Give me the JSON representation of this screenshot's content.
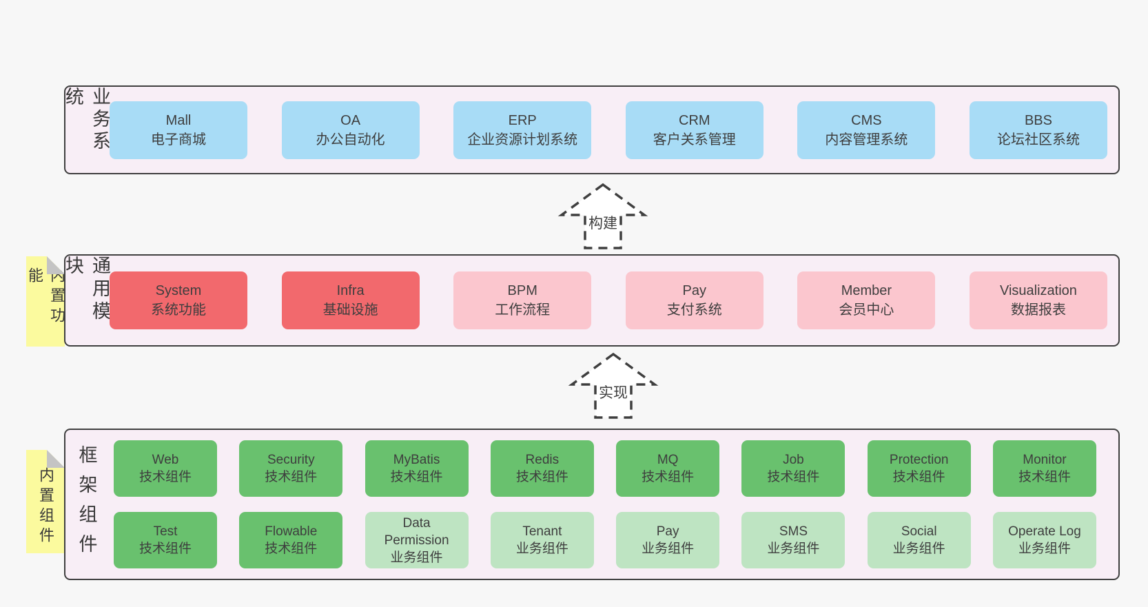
{
  "palette": {
    "page_bg": "#f7f7f7",
    "container_bg": "#f8eef6",
    "border": "#3f3f3f",
    "text": "#3e3e3e",
    "blue": "#a8dcf6",
    "red": "#f2696d",
    "pink": "#fbc6ce",
    "green": "#69c16e",
    "green_light": "#bee4c2",
    "sticky_bg": "#fbfa9e",
    "fold": "#c4c4c4"
  },
  "arrows": {
    "build": {
      "label": "构建"
    },
    "implement": {
      "label": "实现"
    }
  },
  "tiers": {
    "business": {
      "label": "业务系统",
      "boxes": [
        {
          "en": "Mall",
          "zh": "电子商城",
          "variant": "blue"
        },
        {
          "en": "OA",
          "zh": "办公自动化",
          "variant": "blue"
        },
        {
          "en": "ERP",
          "zh": "企业资源计划系统",
          "variant": "blue"
        },
        {
          "en": "CRM",
          "zh": "客户关系管理",
          "variant": "blue"
        },
        {
          "en": "CMS",
          "zh": "内容管理系统",
          "variant": "blue"
        },
        {
          "en": "BBS",
          "zh": "论坛社区系统",
          "variant": "blue"
        }
      ]
    },
    "common": {
      "label": "通用模块",
      "sticky": "内置功能",
      "boxes": [
        {
          "en": "System",
          "zh": "系统功能",
          "variant": "red"
        },
        {
          "en": "Infra",
          "zh": "基础设施",
          "variant": "red"
        },
        {
          "en": "BPM",
          "zh": "工作流程",
          "variant": "pink"
        },
        {
          "en": "Pay",
          "zh": "支付系统",
          "variant": "pink"
        },
        {
          "en": "Member",
          "zh": "会员中心",
          "variant": "pink"
        },
        {
          "en": "Visualization",
          "zh": "数据报表",
          "variant": "pink"
        }
      ]
    },
    "framework": {
      "label": "框架组件",
      "sticky": "内置组件",
      "rows": [
        [
          {
            "en": "Web",
            "zh": "技术组件",
            "variant": "green"
          },
          {
            "en": "Security",
            "zh": "技术组件",
            "variant": "green"
          },
          {
            "en": "MyBatis",
            "zh": "技术组件",
            "variant": "green"
          },
          {
            "en": "Redis",
            "zh": "技术组件",
            "variant": "green"
          },
          {
            "en": "MQ",
            "zh": "技术组件",
            "variant": "green"
          },
          {
            "en": "Job",
            "zh": "技术组件",
            "variant": "green"
          },
          {
            "en": "Protection",
            "zh": "技术组件",
            "variant": "green"
          },
          {
            "en": "Monitor",
            "zh": "技术组件",
            "variant": "green"
          }
        ],
        [
          {
            "en": "Test",
            "zh": "技术组件",
            "variant": "green"
          },
          {
            "en": "Flowable",
            "zh": "技术组件",
            "variant": "green"
          },
          {
            "en": "Data Permission",
            "zh": "业务组件",
            "variant": "green_light"
          },
          {
            "en": "Tenant",
            "zh": "业务组件",
            "variant": "green_light"
          },
          {
            "en": "Pay",
            "zh": "业务组件",
            "variant": "green_light"
          },
          {
            "en": "SMS",
            "zh": "业务组件",
            "variant": "green_light"
          },
          {
            "en": "Social",
            "zh": "业务组件",
            "variant": "green_light"
          },
          {
            "en": "Operate Log",
            "zh": "业务组件",
            "variant": "green_light"
          }
        ]
      ]
    }
  }
}
